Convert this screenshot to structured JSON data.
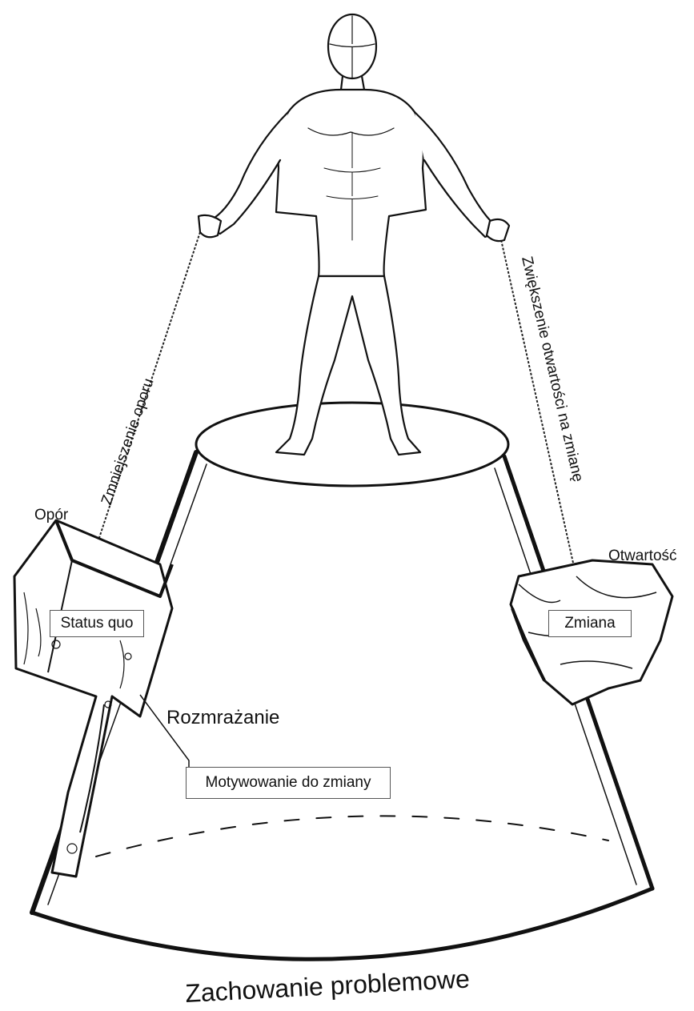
{
  "labels": {
    "resistance": "Opór",
    "openness": "Otwartość",
    "reduce_resistance": "Zmniejszenie oporu",
    "increase_openness": "Zwiększenie otwartości na zmianę",
    "unfreezing": "Rozmrażanie",
    "status_quo": "Status quo",
    "change": "Zmiana",
    "motivating": "Motywowanie do zmiany",
    "problem_behavior": "Zachowanie problemowe"
  },
  "icons": [
    "person-figure-icon",
    "ice-block-icon",
    "rock-icon",
    "pedestal-icon"
  ],
  "colors": {
    "ink": "#111111",
    "background": "#ffffff"
  }
}
